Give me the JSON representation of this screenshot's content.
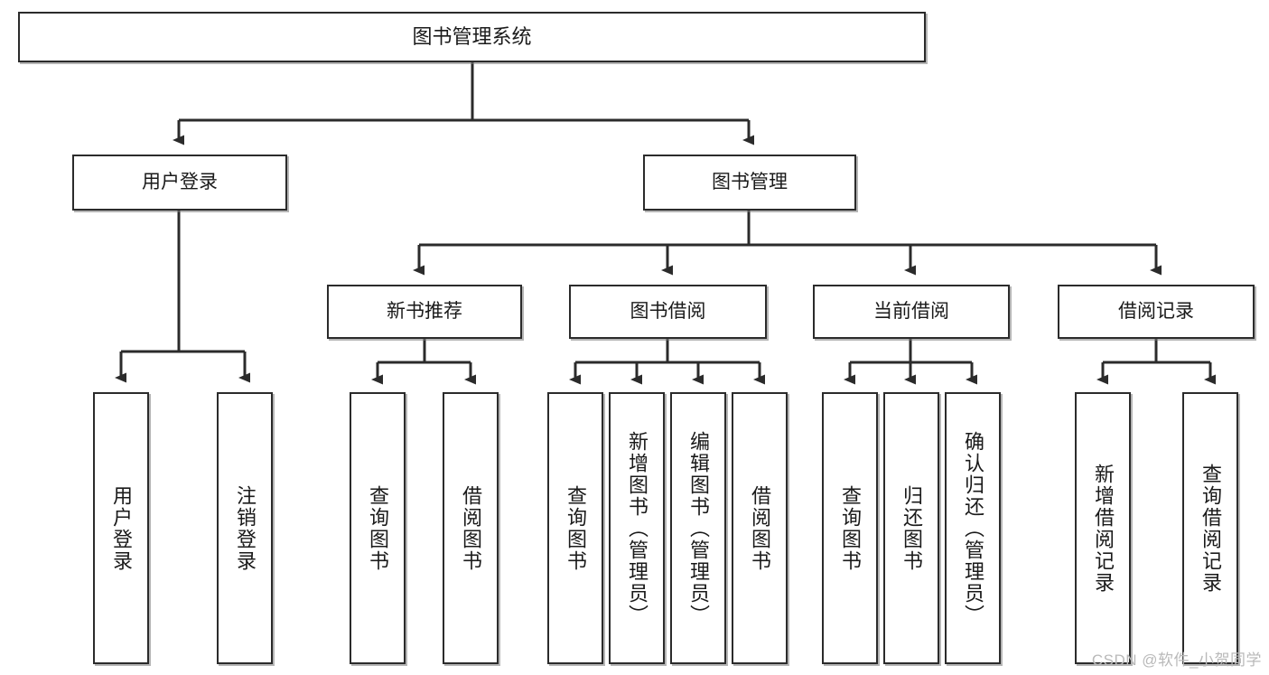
{
  "diagram": {
    "type": "tree-hierarchy",
    "title": "图书管理系统",
    "watermark": "CSDN @软件_小贺同学",
    "colors": {
      "box_border": "#2b2b2b",
      "box_fill": "#ffffff",
      "connector": "#2b2b2b",
      "text": "#1a1a1a",
      "watermark": "#b9b9b9",
      "background": "#ffffff"
    },
    "nodes": {
      "root": {
        "label": "图书管理系统",
        "level": 1
      },
      "l2": [
        {
          "id": "user-login",
          "label": "用户登录",
          "level": 2
        },
        {
          "id": "book-manage",
          "label": "图书管理",
          "level": 2
        }
      ],
      "l3": [
        {
          "id": "new-book-rec",
          "label": "新书推荐",
          "level": 3,
          "parent": "book-manage"
        },
        {
          "id": "book-borrow",
          "label": "图书借阅",
          "level": 3,
          "parent": "book-manage"
        },
        {
          "id": "current-borrow",
          "label": "当前借阅",
          "level": 3,
          "parent": "book-manage"
        },
        {
          "id": "borrow-record",
          "label": "借阅记录",
          "level": 3,
          "parent": "book-manage"
        }
      ],
      "leaves": [
        {
          "id": "leaf-user-login",
          "label": "用户登录",
          "parent": "user-login"
        },
        {
          "id": "leaf-logout",
          "label": "注销登录",
          "parent": "user-login"
        },
        {
          "id": "leaf-query-book-rec",
          "label": "查询图书",
          "parent": "new-book-rec"
        },
        {
          "id": "leaf-borrow-book-rec",
          "label": "借阅图书",
          "parent": "new-book-rec"
        },
        {
          "id": "leaf-query-book-borrow",
          "label": "查询图书",
          "parent": "book-borrow"
        },
        {
          "id": "leaf-add-book",
          "label": "新增图书（管理员）",
          "parent": "book-borrow"
        },
        {
          "id": "leaf-edit-book",
          "label": "编辑图书（管理员）",
          "parent": "book-borrow"
        },
        {
          "id": "leaf-borrow-book",
          "label": "借阅图书",
          "parent": "book-borrow"
        },
        {
          "id": "leaf-query-book-current",
          "label": "查询图书",
          "parent": "current-borrow"
        },
        {
          "id": "leaf-return-book",
          "label": "归还图书",
          "parent": "current-borrow"
        },
        {
          "id": "leaf-confirm-return",
          "label": "确认归还（管理员）",
          "parent": "current-borrow"
        },
        {
          "id": "leaf-add-record",
          "label": "新增借阅记录",
          "parent": "borrow-record"
        },
        {
          "id": "leaf-query-record",
          "label": "查询借阅记录",
          "parent": "borrow-record"
        }
      ]
    }
  }
}
